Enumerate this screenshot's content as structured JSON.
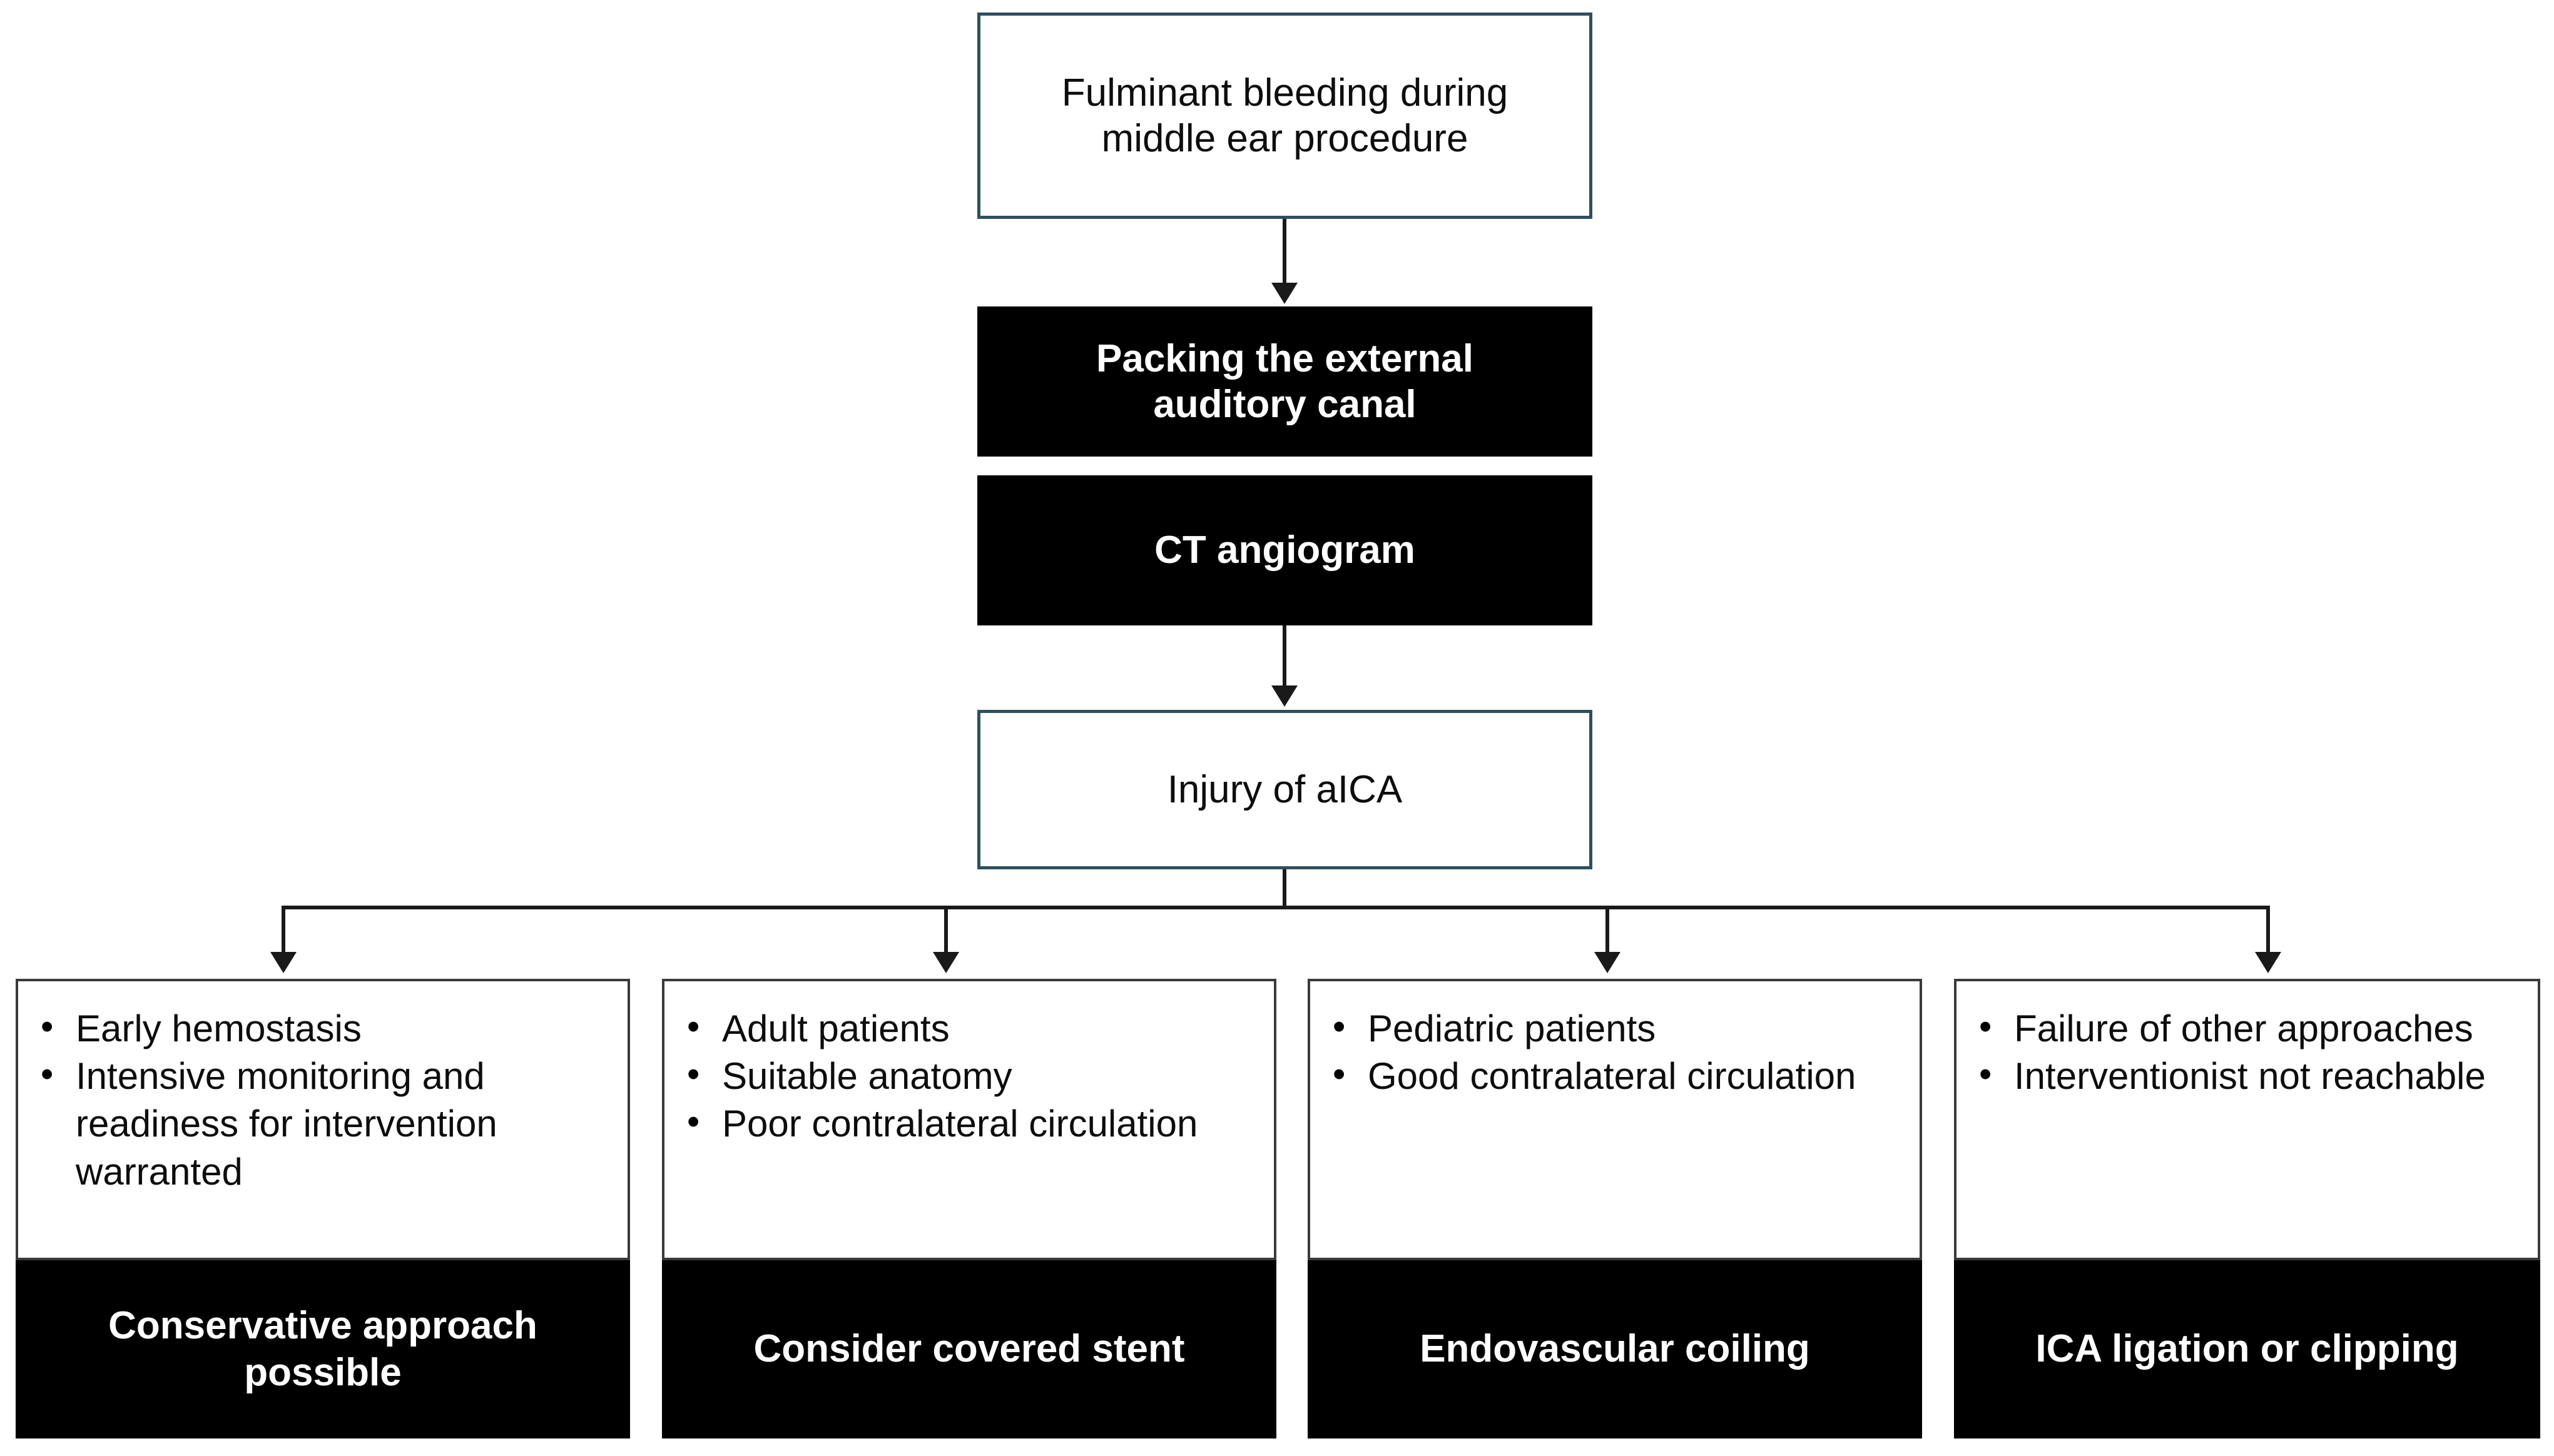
{
  "flowchart": {
    "title_node": {
      "label": "Fulminant bleeding during middle ear procedure"
    },
    "steps": [
      {
        "label": "Packing the external auditory canal"
      },
      {
        "label": "CT angiogram"
      }
    ],
    "decision_node": {
      "label": "Injury of aICA"
    },
    "branches": [
      {
        "criteria": [
          "Early hemostasis",
          "Intensive monitoring and readiness for intervention warranted"
        ],
        "outcome": "Conservative approach possible"
      },
      {
        "criteria": [
          "Adult patients",
          "Suitable anatomy",
          "Poor contralateral circulation"
        ],
        "outcome": "Consider covered stent"
      },
      {
        "criteria": [
          "Pediatric patients",
          "Good contralateral circulation"
        ],
        "outcome": "Endovascular coiling"
      },
      {
        "criteria": [
          "Failure of other approaches",
          "Interventionist not reachable"
        ],
        "outcome": "ICA ligation or clipping"
      }
    ],
    "colors": {
      "node_border": "#2f4f5f",
      "node_fill_emphasis": "#000000",
      "node_text_emphasis": "#ffffff",
      "connector": "#1a1a1a",
      "panel_border": "#3a3a3a",
      "background": "#ffffff"
    }
  }
}
